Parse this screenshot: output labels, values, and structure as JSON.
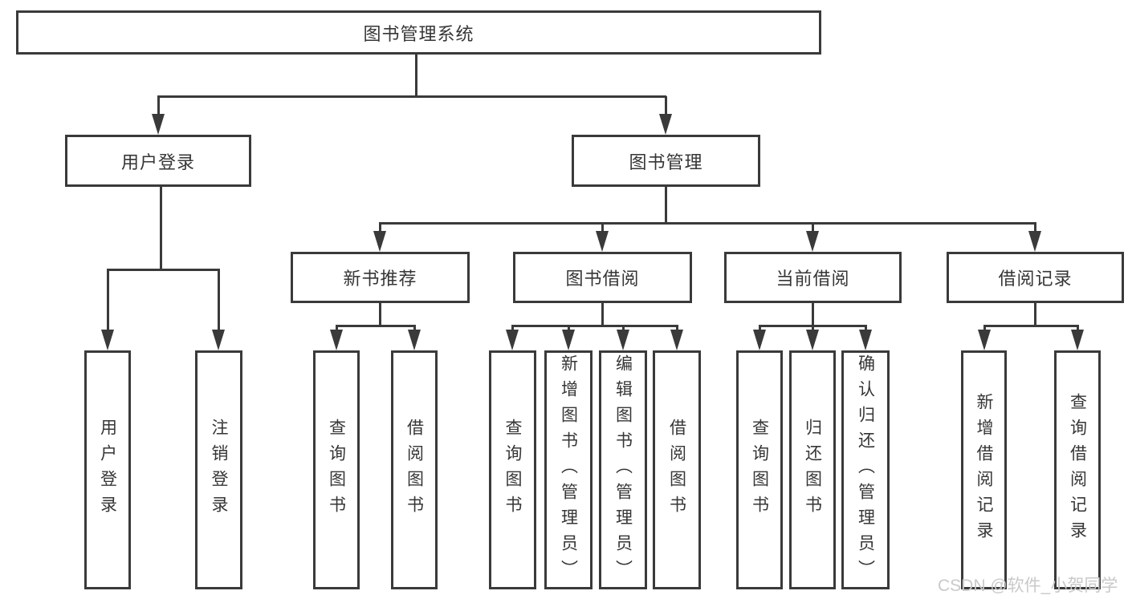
{
  "diagram_title": "图书管理系统",
  "nodes": {
    "root": {
      "label": "图书管理系统"
    },
    "userLogin": {
      "label": "用户登录"
    },
    "bookMgmt": {
      "label": "图书管理"
    },
    "newBookRec": {
      "label": "新书推荐"
    },
    "bookBorrow": {
      "label": "图书借阅"
    },
    "currentBorrow": {
      "label": "当前借阅"
    },
    "borrowRecords": {
      "label": "借阅记录"
    },
    "leafUserLogin": {
      "label": "用户登录"
    },
    "leafLogout": {
      "label": "注销登录"
    },
    "leafQueryBook1": {
      "label": "查询图书"
    },
    "leafBorrowBook1": {
      "label": "借阅图书"
    },
    "leafQueryBook2": {
      "label": "查询图书"
    },
    "leafAddBook": {
      "label": "新增图书（管理员）"
    },
    "leafEditBook": {
      "label": "编辑图书（管理员）"
    },
    "leafBorrowBook2": {
      "label": "借阅图书"
    },
    "leafQueryBook3": {
      "label": "查询图书"
    },
    "leafReturnBook": {
      "label": "归还图书"
    },
    "leafConfirmReturn": {
      "label": "确认归还（管理员）"
    },
    "leafAddRecord": {
      "label": "新增借阅记录"
    },
    "leafQueryRecord": {
      "label": "查询借阅记录"
    }
  },
  "watermark": {
    "text": "CSDN @软件_小贺同学"
  },
  "colors": {
    "border": "#3a3a3a",
    "text": "#363636",
    "watermark": "#c9c9c9",
    "background": "#ffffff"
  }
}
